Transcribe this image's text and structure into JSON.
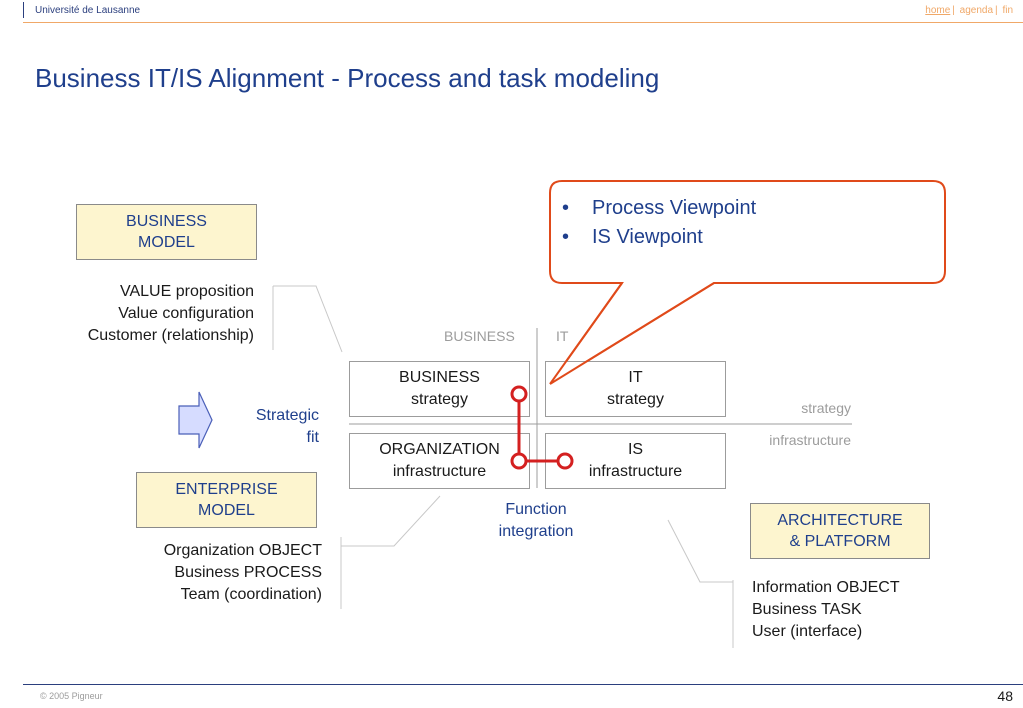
{
  "header": {
    "institution": "Université de Lausanne",
    "nav": {
      "home": "home",
      "agenda": "agenda",
      "fin": "fin",
      "separator": "|"
    }
  },
  "title": "Business IT/IS Alignment - Process and task modeling",
  "callout": {
    "items": [
      "Process Viewpoint",
      "IS Viewpoint"
    ],
    "bullet": "•"
  },
  "business_model": {
    "label_line1": "BUSINESS",
    "label_line2": "MODEL",
    "lines": [
      "VALUE proposition",
      "Value configuration",
      "Customer (relationship)"
    ]
  },
  "enterprise_model": {
    "label_line1": "ENTERPRISE",
    "label_line2": "MODEL",
    "lines": [
      "Organization OBJECT",
      "Business PROCESS",
      "Team (coordination)"
    ]
  },
  "architecture_platform": {
    "label_line1": "ARCHITECTURE",
    "label_line2": "& PLATFORM",
    "lines": [
      "Information OBJECT",
      "Business TASK",
      "User (interface)"
    ]
  },
  "matrix": {
    "col_business": "BUSINESS",
    "col_it": "IT",
    "row_strategy": "strategy",
    "row_infrastructure": "infrastructure",
    "cells": {
      "business_strategy": [
        "BUSINESS",
        "strategy"
      ],
      "it_strategy": [
        "IT",
        "strategy"
      ],
      "organization_infrastructure": [
        "ORGANIZATION",
        "infrastructure"
      ],
      "is_infrastructure": [
        "IS",
        "infrastructure"
      ]
    }
  },
  "strategic_fit": {
    "line1": "Strategic",
    "line2": "fit"
  },
  "function_integration": {
    "line1": "Function",
    "line2": "integration"
  },
  "colors": {
    "title_blue": "#1f3f8c",
    "label_fill": "#fdf5cf",
    "callout_border": "#e04a1a",
    "connector_red": "#d42020",
    "arrow_fill": "#d6dcff"
  },
  "footer": {
    "copyright": "© 2005  Pigneur",
    "page_number": "48"
  }
}
